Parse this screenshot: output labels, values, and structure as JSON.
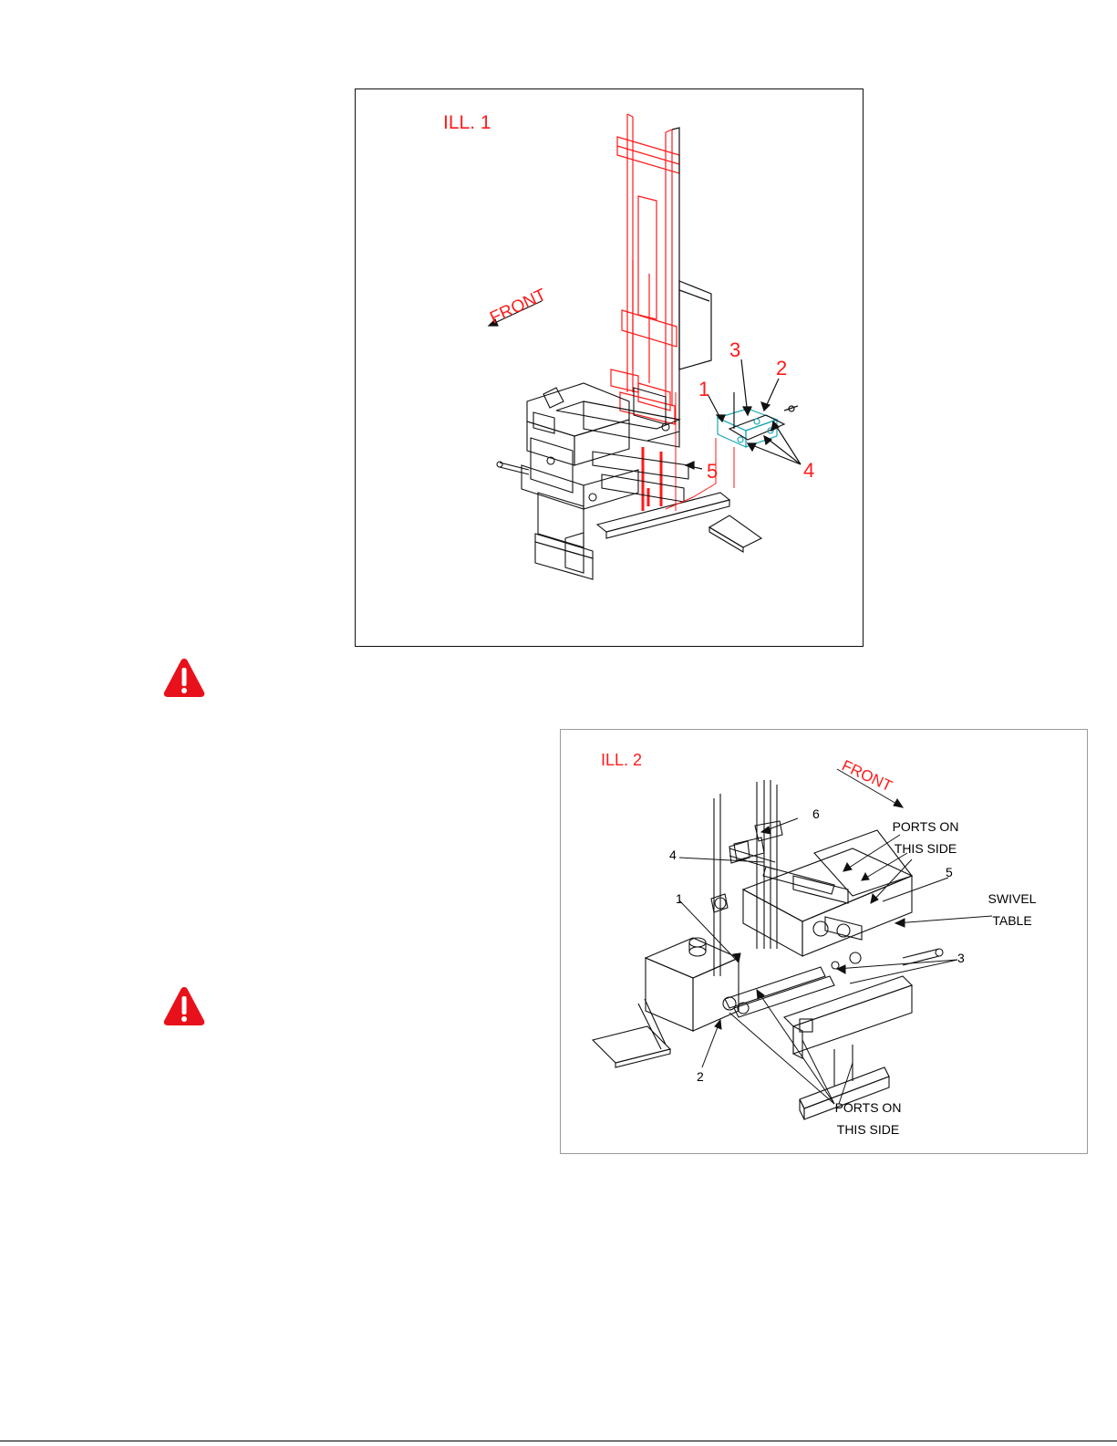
{
  "ill1": {
    "title": "ILL. 1",
    "front": "FRONT",
    "callouts": {
      "c1": "1",
      "c2": "2",
      "c3": "3",
      "c4": "4",
      "c5": "5"
    }
  },
  "ill2": {
    "title": "ILL. 2",
    "front": "FRONT",
    "ports_top_line1": "PORTS ON",
    "ports_top_line2": "THIS SIDE",
    "ports_bottom_line1": "PORTS ON",
    "ports_bottom_line2": "THIS SIDE",
    "swivel_line1": "SWIVEL",
    "swivel_line2": "TABLE",
    "callouts": {
      "c1": "1",
      "c2": "2",
      "c3": "3",
      "c4": "4",
      "c5": "5",
      "c6": "6"
    }
  },
  "icons": {
    "warning": "warning-triangle-icon",
    "warning_color": "#e8111b"
  },
  "colors": {
    "highlight_red": "#ff1a1a",
    "highlight_cyan": "#1aa7b8",
    "line_black": "#111111"
  }
}
